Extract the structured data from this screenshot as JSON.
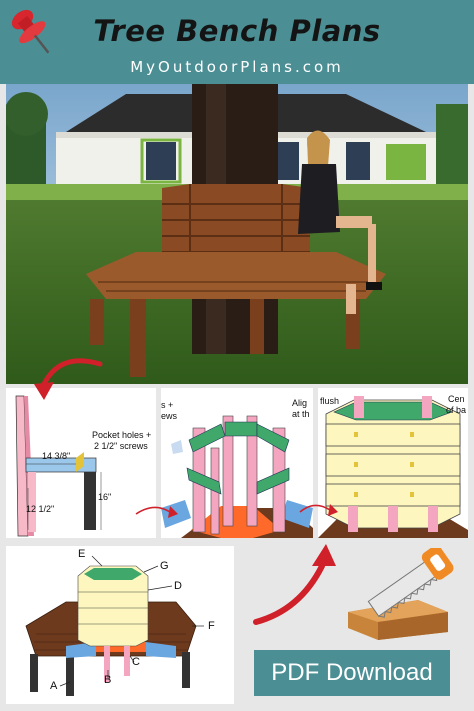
{
  "header": {
    "title": "Tree Bench Plans",
    "subtitle": "MyOutdoorPlans.com"
  },
  "panel1": {
    "callout_screws": [
      "Pocket holes +",
      "2 1/2\" screws"
    ],
    "dim_top": "14 3/8\"",
    "dim_height": "16\"",
    "dim_leg": "12 1/2\""
  },
  "panel2": {
    "label_left": [
      "s +",
      "ews"
    ],
    "label_right": [
      "Alig",
      "at th"
    ]
  },
  "panel3": {
    "label_flush": "flush",
    "label_center": [
      "Cen",
      "of ba"
    ]
  },
  "panel4": {
    "part_labels": [
      "E",
      "G",
      "D",
      "F",
      "C",
      "B",
      "A"
    ]
  },
  "cta": {
    "label": "PDF Download"
  },
  "colors": {
    "teal": "#4b8f95",
    "wood": "#8a4a24",
    "arrow_red": "#d0202a"
  }
}
